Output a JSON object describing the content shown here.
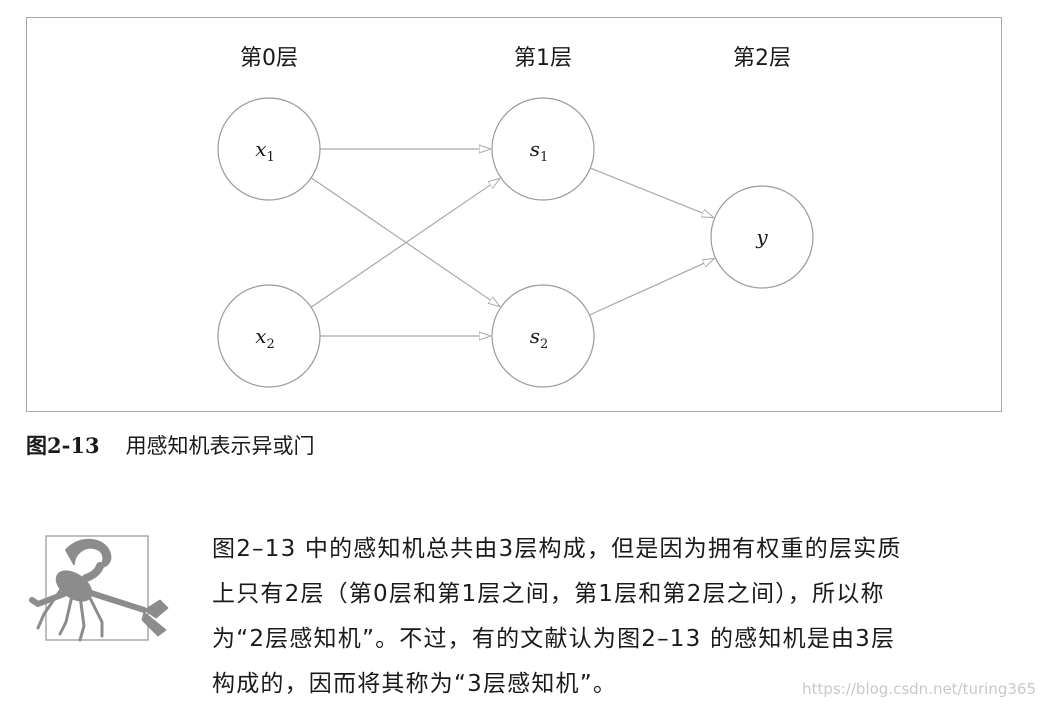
{
  "figure": {
    "layers": [
      {
        "label": "第0层",
        "nodes": [
          {
            "symbol": "x",
            "subscript": "1"
          },
          {
            "symbol": "x",
            "subscript": "2"
          }
        ]
      },
      {
        "label": "第1层",
        "nodes": [
          {
            "symbol": "s",
            "subscript": "1"
          },
          {
            "symbol": "s",
            "subscript": "2"
          }
        ]
      },
      {
        "label": "第2层",
        "nodes": [
          {
            "symbol": "y",
            "subscript": ""
          }
        ]
      }
    ],
    "edges": [
      [
        "x1",
        "s1"
      ],
      [
        "x1",
        "s2"
      ],
      [
        "x2",
        "s1"
      ],
      [
        "x2",
        "s2"
      ],
      [
        "s1",
        "y"
      ],
      [
        "s2",
        "y"
      ]
    ]
  },
  "caption": {
    "number": "图2-13",
    "text": "用感知机表示异或门"
  },
  "note": {
    "icon": "scorpion-icon",
    "lines": [
      "图2–13 中的感知机总共由3层构成，但是因为拥有权重的层实质",
      "上只有2层（第0层和第1层之间，第1层和第2层之间），所以称",
      "为“2层感知机”。不过，有的文献认为图2–13 的感知机是由3层",
      "构成的，因而将其称为“3层感知机”。"
    ]
  },
  "watermark": "https://blog.csdn.net/turing365"
}
